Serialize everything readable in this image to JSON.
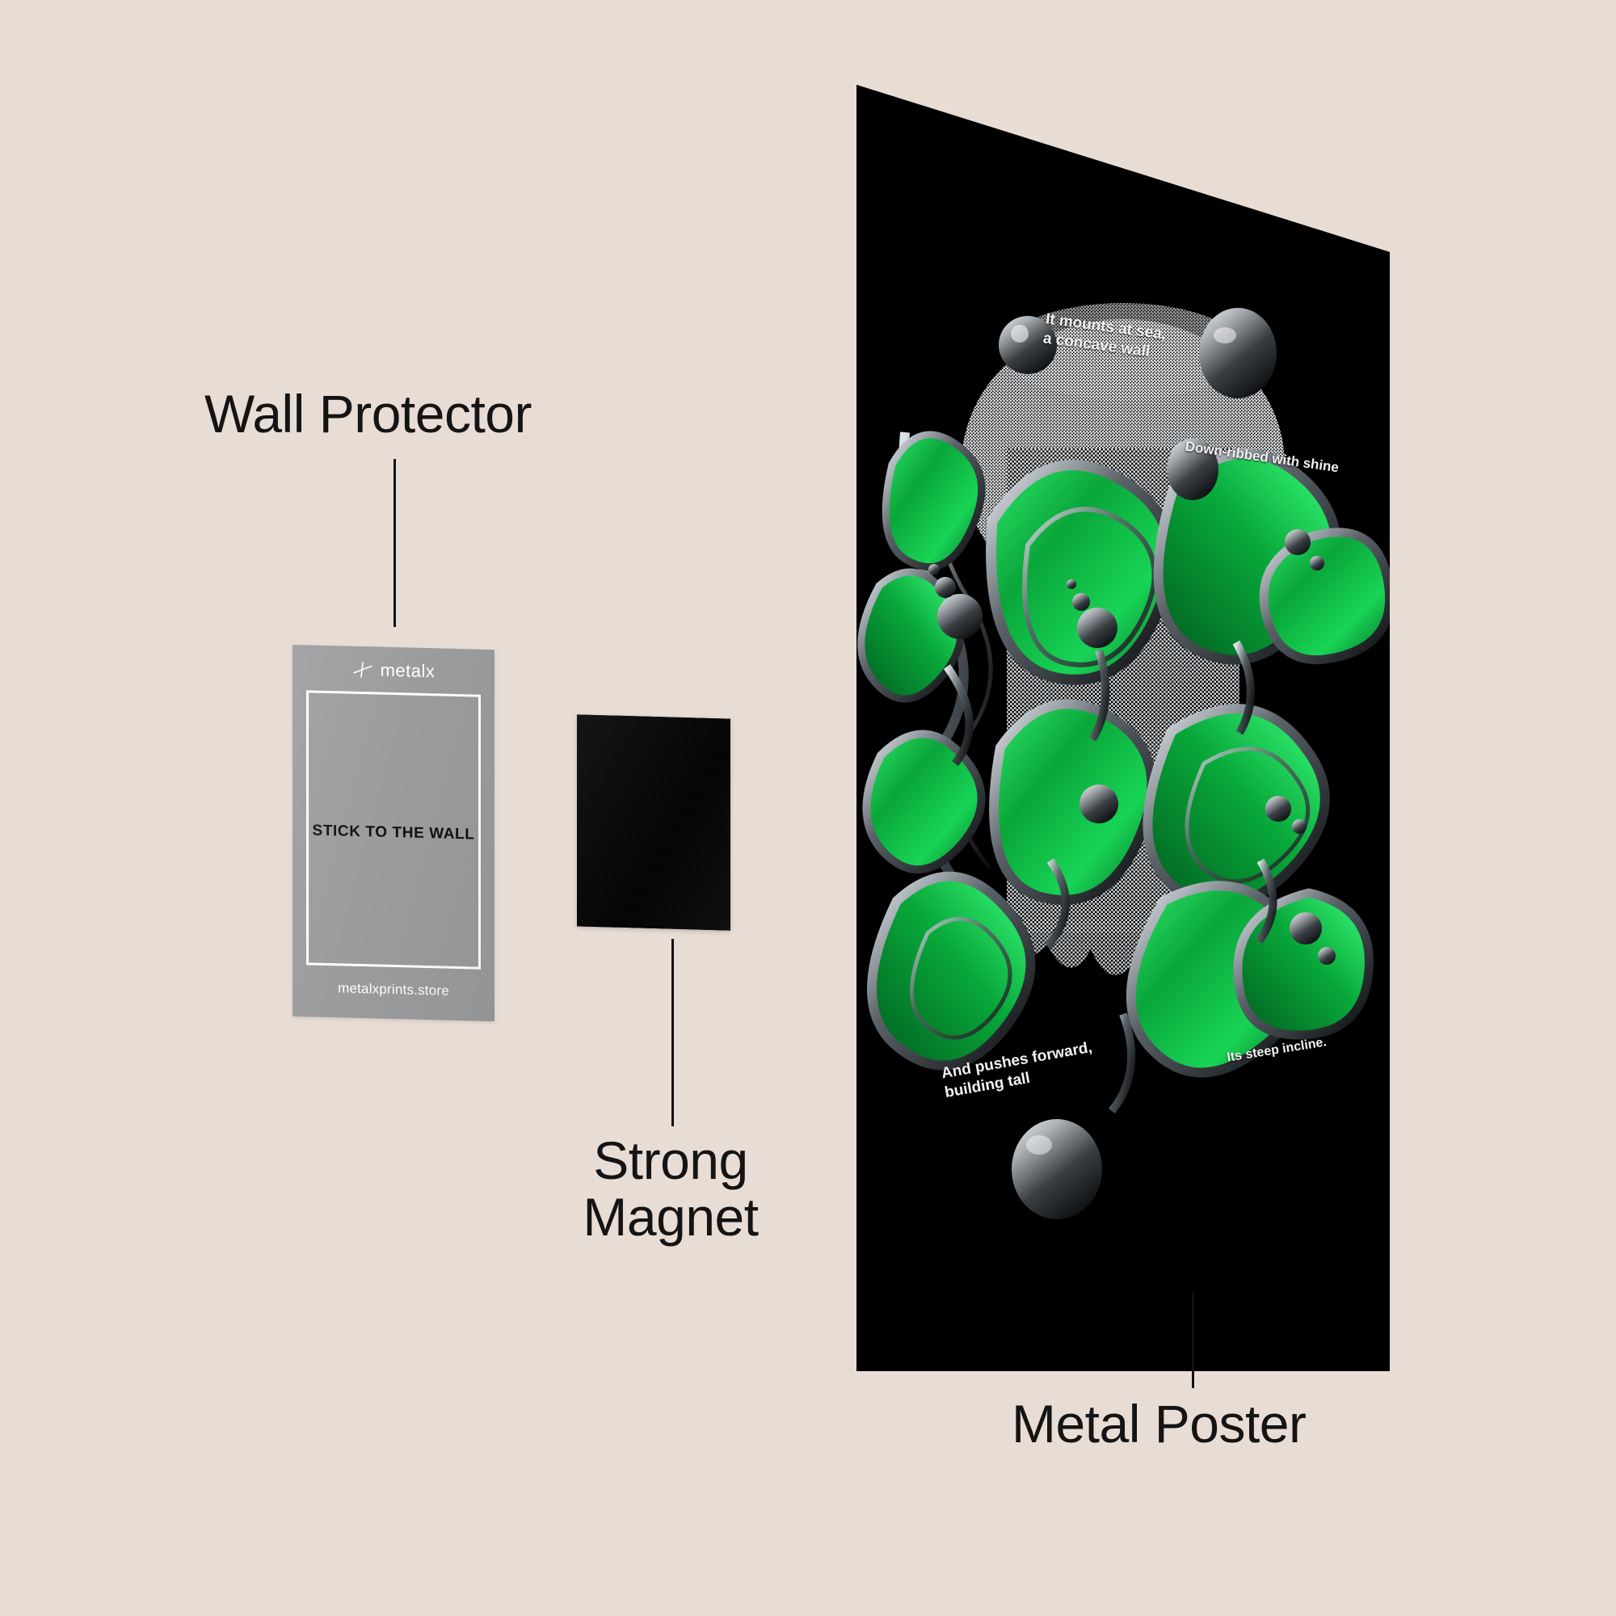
{
  "scene": {
    "background_color": "#e8ddd5",
    "title": "Metal Poster product mockup with wall protector and magnet"
  },
  "callouts": [
    {
      "id": "wall-protector",
      "label": "Wall Protector"
    },
    {
      "id": "strong-magnet",
      "label": "Strong\nMagnet"
    },
    {
      "id": "metal-poster",
      "label": "Metal Poster"
    }
  ],
  "wall_protector_card": {
    "brand_name": "metalx",
    "logo_icon": "metalx-cross-icon",
    "center_text": "STICK TO THE WALL",
    "url_text": "metalxprints.store",
    "card_color": "#9b9c9e",
    "frame_color": "#ffffff",
    "text_color": "#111111"
  },
  "magnet": {
    "color": "#0a0a0a",
    "shape": "square"
  },
  "poster": {
    "background_color": "#000000",
    "accent_color": "#1fc24a",
    "chrome_color": "#c9cdd0",
    "captions": [
      {
        "id": "top-left",
        "text": "It mounts at sea,\na concave wall"
      },
      {
        "id": "top-right",
        "text": "Down-ribbed with shine"
      },
      {
        "id": "bottom-left",
        "text": "And pushes forward,\nbuilding tall"
      },
      {
        "id": "bottom-right",
        "text": "Its steep incline."
      }
    ]
  }
}
